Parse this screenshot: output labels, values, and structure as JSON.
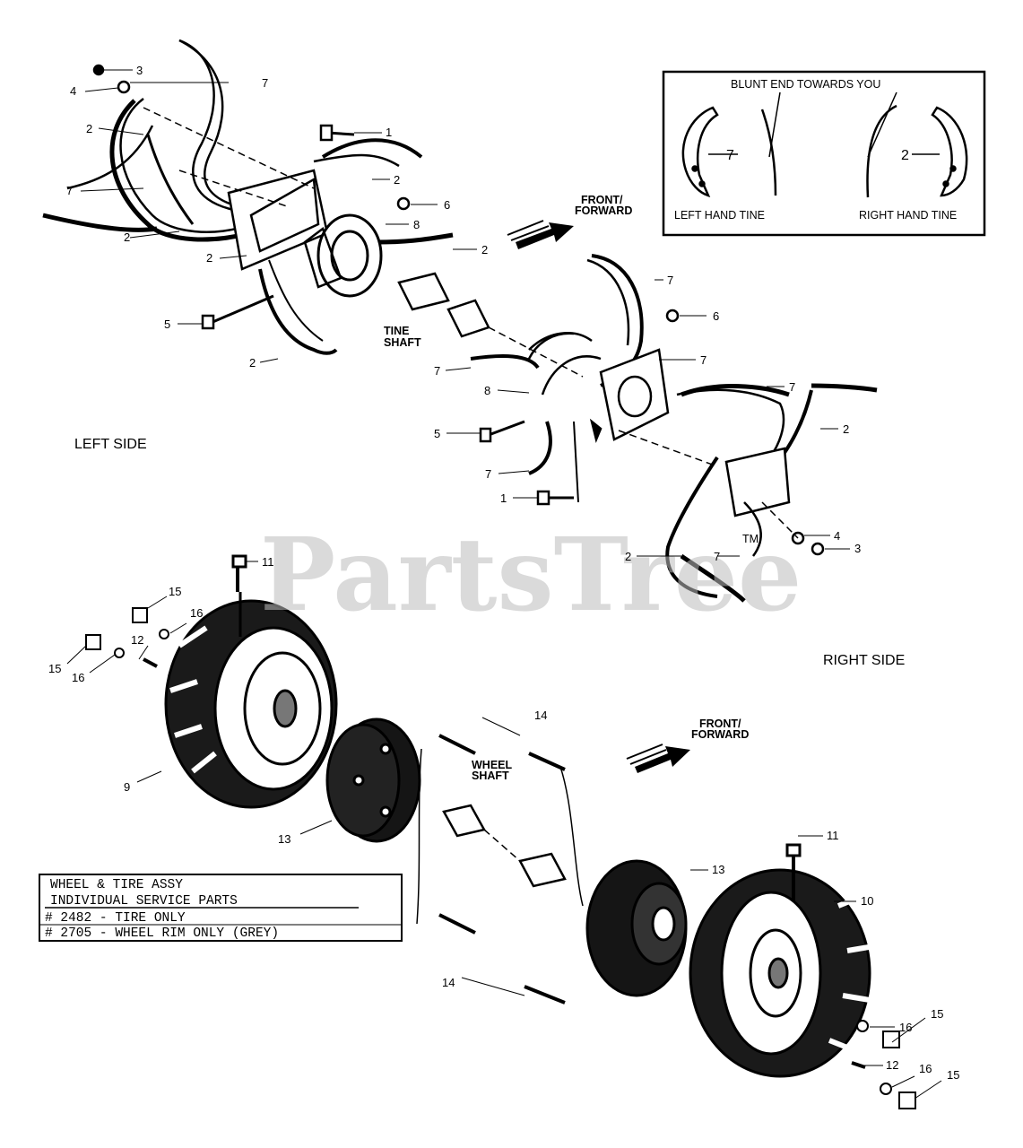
{
  "watermark": "PartsTree",
  "trademark": "TM",
  "side_labels": {
    "left": "LEFT SIDE",
    "right": "RIGHT SIDE"
  },
  "direction_labels": {
    "top": [
      "FRONT/",
      "FORWARD"
    ],
    "bottom": [
      "FRONT/",
      "FORWARD"
    ]
  },
  "shaft_labels": {
    "tine": [
      "TINE",
      "SHAFT"
    ],
    "wheel": [
      "WHEEL",
      "SHAFT"
    ]
  },
  "inset": {
    "title": "BLUNT END TOWARDS YOU",
    "left_caption": "LEFT HAND TINE",
    "right_caption": "RIGHT HAND TINE",
    "left_callout": "7",
    "right_callout": "2"
  },
  "service_box": {
    "lines": [
      "WHEEL & TIRE ASSY",
      "INDIVIDUAL SERVICE PARTS",
      "# 2482 - TIRE ONLY",
      "# 2705 - WHEEL RIM ONLY (GREY)"
    ]
  },
  "callouts": {
    "a1": "3",
    "a2": "7",
    "a3": "4",
    "a4": "2",
    "a5": "1",
    "a6": "7",
    "a7": "2",
    "a8": "2",
    "a9": "6",
    "a10": "8",
    "a11": "2",
    "a12": "2",
    "a13": "5",
    "a14": "2",
    "a15": "7",
    "a16": "6",
    "a17": "7",
    "a18": "7",
    "a19": "8",
    "a20": "7",
    "a21": "5",
    "a22": "2",
    "a23": "7",
    "a24": "1",
    "a25": "4",
    "a26": "3",
    "a27": "2",
    "a28": "7",
    "b1": "11",
    "b2": "15",
    "b3": "16",
    "b4": "12",
    "b5": "15",
    "b6": "16",
    "b7": "9",
    "b8": "14",
    "b9": "13",
    "b10": "11",
    "b11": "13",
    "b12": "10",
    "b13": "14",
    "b14": "16",
    "b15": "15",
    "b16": "12",
    "b17": "16",
    "b18": "15"
  }
}
